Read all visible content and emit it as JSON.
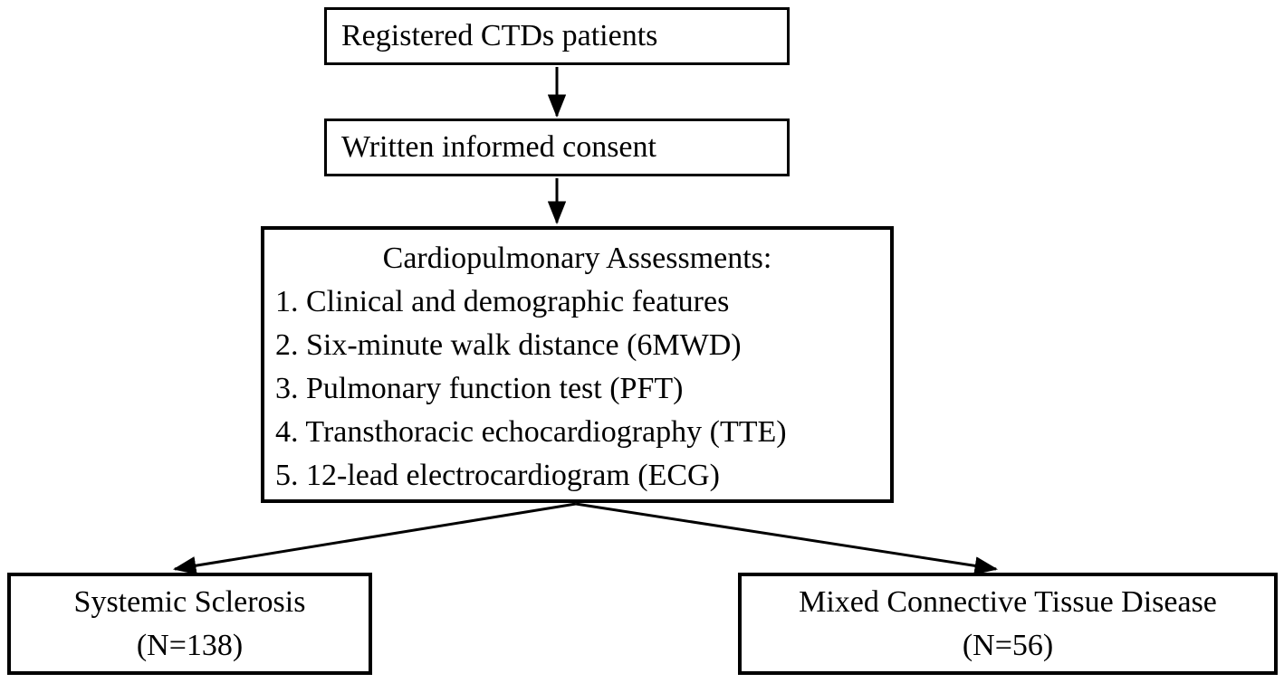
{
  "diagram": {
    "type": "flowchart",
    "background_color": "#ffffff",
    "line_color": "#000000",
    "box_border_color": "#000000",
    "text_color": "#000000",
    "nodes": {
      "registered": {
        "label": "Registered CTDs patients"
      },
      "consent": {
        "label": "Written informed consent"
      },
      "assessments": {
        "title": "Cardiopulmonary Assessments:",
        "items": [
          "1. Clinical and demographic features",
          "2. Six-minute walk distance (6MWD)",
          "3. Pulmonary function test (PFT)",
          "4. Transthoracic echocardiography (TTE)",
          "5. 12-lead electrocardiogram (ECG)"
        ]
      },
      "ssc": {
        "label": "Systemic Sclerosis",
        "count": "(N=138)"
      },
      "mctd": {
        "label": "Mixed Connective Tissue Disease",
        "count": "(N=56)"
      }
    },
    "edges": [
      {
        "from": "registered",
        "to": "consent"
      },
      {
        "from": "consent",
        "to": "assessments"
      },
      {
        "from": "assessments",
        "to": "ssc"
      },
      {
        "from": "assessments",
        "to": "mctd"
      }
    ]
  }
}
